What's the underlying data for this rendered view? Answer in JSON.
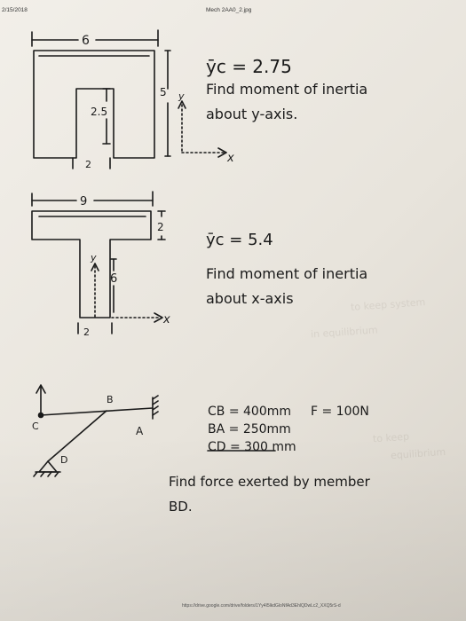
{
  "header": {
    "date": "2/15/2018",
    "filename": "Mech 2AA0_2.jpg"
  },
  "footer": {
    "url": "https://drive.google.com/drive/folders/1Yy4I5lkdGloNfAd3EhlQDwLc2_XXQ5rS-d"
  },
  "problem1": {
    "dim_top": "6",
    "dim_height": "5",
    "dim_inner_height": "2.5",
    "dim_bottom": "2",
    "axis_y": "y",
    "axis_x": "x",
    "centroid": "ȳc = 2.75",
    "task_line1": "Find moment of inertia",
    "task_line2": "about y-axis."
  },
  "problem2": {
    "dim_top": "9",
    "dim_flange": "2",
    "dim_stem": "6",
    "dim_bottom": "2",
    "axis_y": "y",
    "axis_x": "x",
    "centroid": "ȳc = 5.4",
    "task_line1": "Find moment of inertia",
    "task_line2": "about x-axis"
  },
  "problem3": {
    "label_B": "B",
    "label_C": "C",
    "label_A": "A",
    "label_D": "D",
    "given_cb": "CB = 400mm",
    "given_f": "F = 100N",
    "given_ba": "BA = 250mm",
    "given_cd": "CD = 300 mm",
    "task_line1": "Find force exerted by member",
    "task_line2": "BD."
  },
  "ghost_text": {
    "line1": "to keep system",
    "line2": "in equilibrium",
    "line3": "equilibrium",
    "line4": "to keep"
  }
}
